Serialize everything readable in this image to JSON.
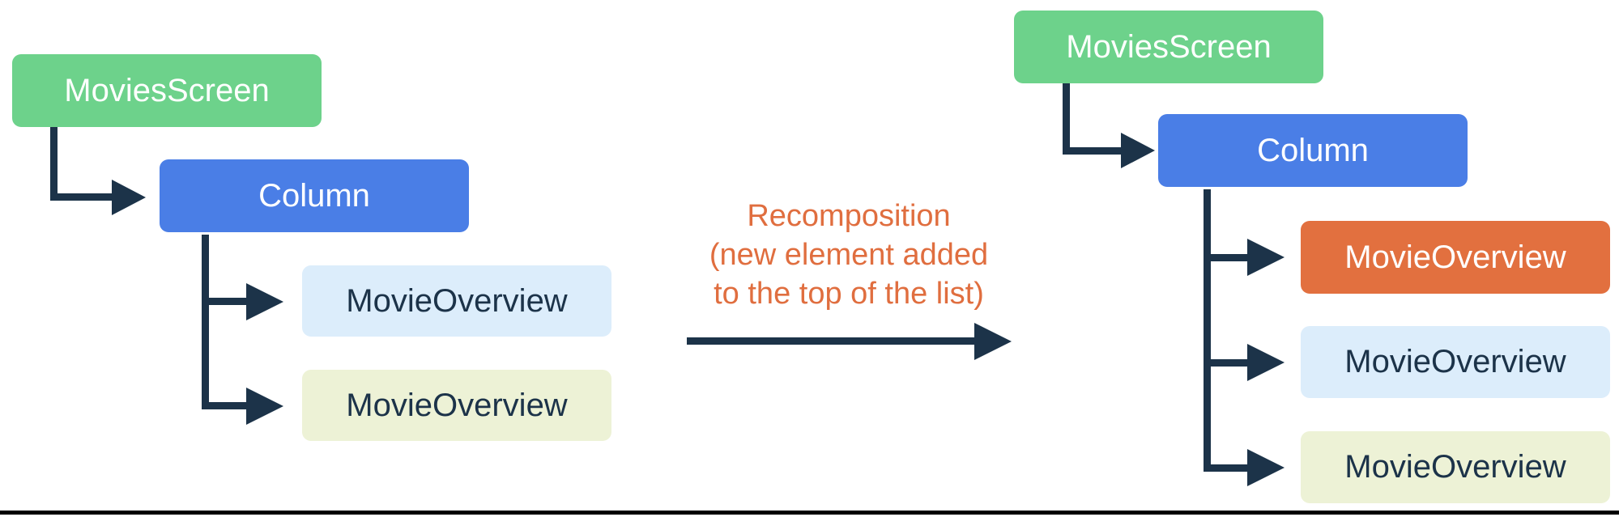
{
  "left_tree": {
    "root": {
      "label": "MoviesScreen"
    },
    "container": {
      "label": "Column"
    },
    "children": [
      {
        "label": "MovieOverview"
      },
      {
        "label": "MovieOverview"
      }
    ]
  },
  "annotation": {
    "lines": [
      "Recomposition",
      "(new element added",
      "to the top of the list)"
    ]
  },
  "right_tree": {
    "root": {
      "label": "MoviesScreen"
    },
    "container": {
      "label": "Column"
    },
    "children": [
      {
        "label": "MovieOverview"
      },
      {
        "label": "MovieOverview"
      },
      {
        "label": "MovieOverview"
      }
    ]
  },
  "colors": {
    "root_green": "#6DD28B",
    "column_blue": "#4A7EE6",
    "new_item_orange": "#E2703F",
    "item_light_blue": "#DCEDFB",
    "item_light_yellow": "#EDF2D6",
    "connector_navy": "#1C3349",
    "annotation_orange": "#E06E3F"
  }
}
